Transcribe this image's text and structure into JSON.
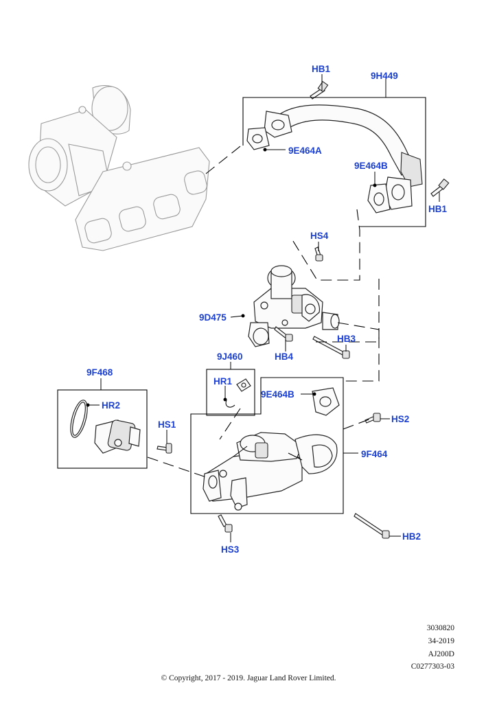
{
  "callouts": {
    "hb1_top": "HB1",
    "p9h449": "9H449",
    "p9e464a": "9E464A",
    "p9e464b_top": "9E464B",
    "hb1_right": "HB1",
    "hs4": "HS4",
    "p9d475": "9D475",
    "hb3": "HB3",
    "hb4": "HB4",
    "p9j460": "9J460",
    "hr1": "HR1",
    "p9f468": "9F468",
    "hr2": "HR2",
    "hs1": "HS1",
    "p9e464b_mid": "9E464B",
    "hs2": "HS2",
    "p9f464": "9F464",
    "hs3": "HS3",
    "hb2": "HB2"
  },
  "drawing_info": {
    "line1": "3030820",
    "line2": "34-2019",
    "line3": "AJ200D",
    "line4": "C0277303-03"
  },
  "copyright": "© Copyright, 2017 - 2019. Jaguar Land Rover Limited."
}
